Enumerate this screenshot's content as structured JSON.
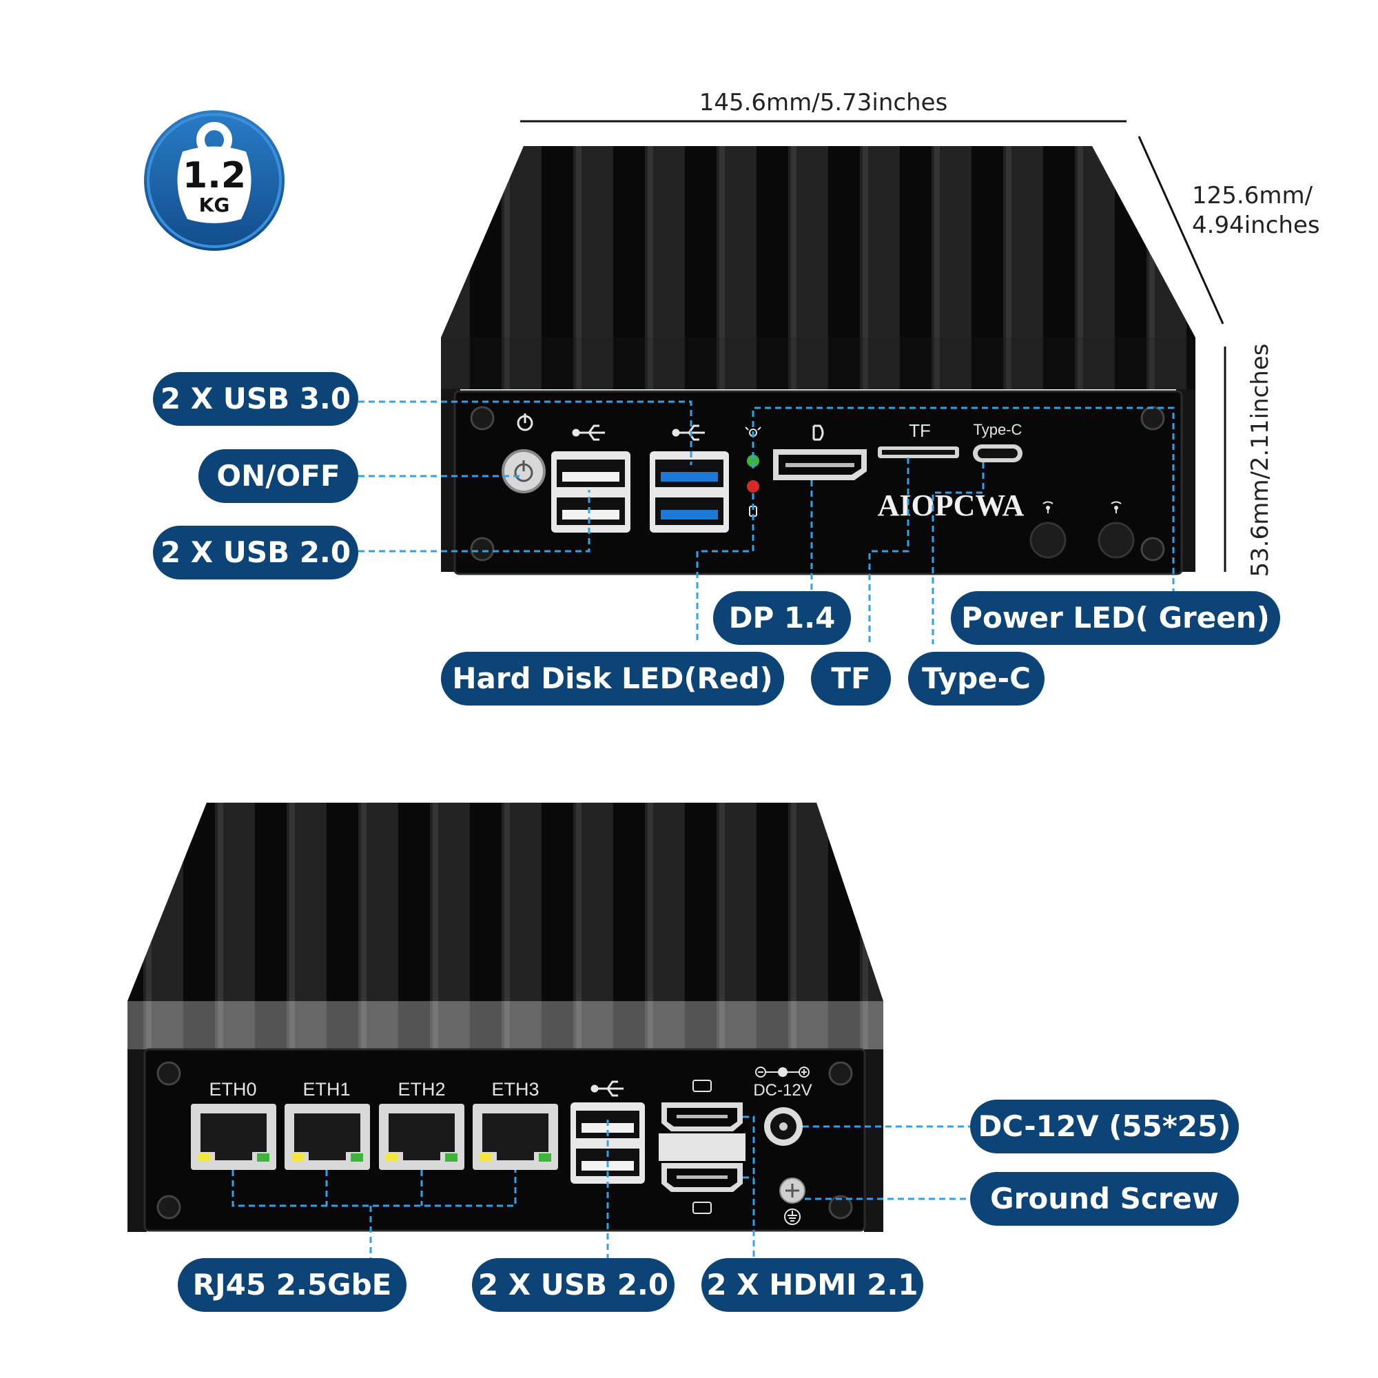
{
  "colors": {
    "pill": "#0d4478",
    "leader": "#2fa3e6",
    "chassis": "#0c0c0c",
    "fin": "#202020",
    "panel": "#080808",
    "badge_outer": "#1a63ad",
    "usb3_blue": "#1e78d8",
    "led_green": "#3cb43c",
    "led_red": "#d62a2a"
  },
  "icons": [
    "weight-icon",
    "power-icon",
    "usb-icon",
    "displayport-icon",
    "light-icon",
    "disk-icon",
    "antenna-icon",
    "hdmi-icon",
    "dc-polarity-icon",
    "ground-icon"
  ],
  "weight": {
    "value": "1.2",
    "unit": "KG"
  },
  "dimensions": {
    "width": "145.6mm/5.73inches",
    "depth_line1": "125.6mm/",
    "depth_line2": "4.94inches",
    "height": "53.6mm/2.11inches"
  },
  "front": {
    "brand": "AIOPCWA",
    "port_tf": "TF",
    "port_typec": "Type-C",
    "labels": {
      "usb3": "2 X USB 3.0",
      "onoff": "ON/OFF",
      "usb2": "2 X USB 2.0",
      "dp": "DP 1.4",
      "power_led": "Power LED( Green)",
      "hdd_led": "Hard Disk LED(Red)",
      "tf": "TF",
      "typec": "Type-C"
    }
  },
  "rear": {
    "eth_ports": [
      "ETH0",
      "ETH1",
      "ETH2",
      "ETH3"
    ],
    "dc_label": "DC-12V",
    "labels": {
      "dc": "DC-12V (55*25)",
      "ground": "Ground Screw",
      "rj45": "RJ45 2.5GbE",
      "usb2": "2 X USB 2.0",
      "hdmi": "2 X HDMI 2.1"
    }
  }
}
